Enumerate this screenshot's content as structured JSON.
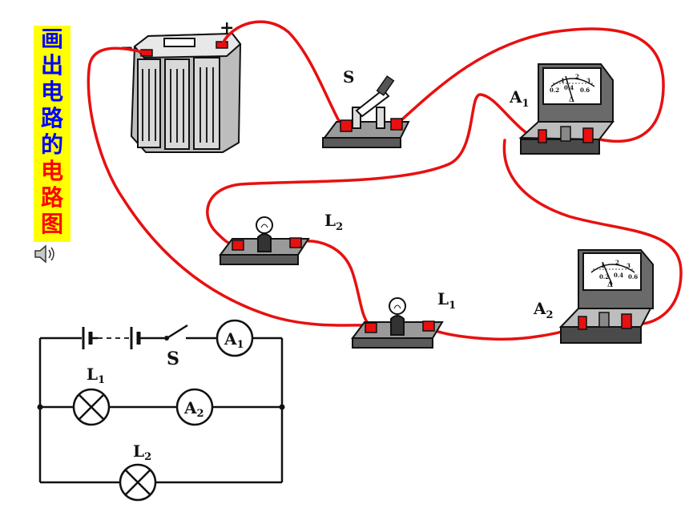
{
  "title": {
    "chars": [
      "画",
      "出",
      "电",
      "路",
      "的",
      "电",
      "路",
      "图"
    ],
    "colors": {
      "first_part": "#0000ff",
      "second_part": "#ff0000",
      "background": "#ffff00"
    }
  },
  "labels": {
    "switch_s": "S",
    "ammeter_a1": "A",
    "ammeter_a1_sub": "1",
    "ammeter_a2": "A",
    "ammeter_a2_sub": "2",
    "lamp_l1": "L",
    "lamp_l1_sub": "1",
    "lamp_l2": "L",
    "lamp_l2_sub": "2"
  },
  "meter_scale": [
    "0.2",
    "0.4",
    "0.6",
    "Δ"
  ],
  "meter_scale_top": [
    "1",
    "2",
    "3"
  ],
  "schematic": {
    "switch": "S",
    "a1": "A",
    "a1_sub": "1",
    "a2": "A",
    "a2_sub": "2",
    "l1": "L",
    "l1_sub": "1",
    "l2": "L",
    "l2_sub": "2"
  },
  "icons": {
    "speaker": "speaker-icon",
    "battery": "battery-icon",
    "switch": "knife-switch-icon",
    "ammeter": "ammeter-icon",
    "lamp": "lamp-icon"
  },
  "wire_color": "#e81010"
}
